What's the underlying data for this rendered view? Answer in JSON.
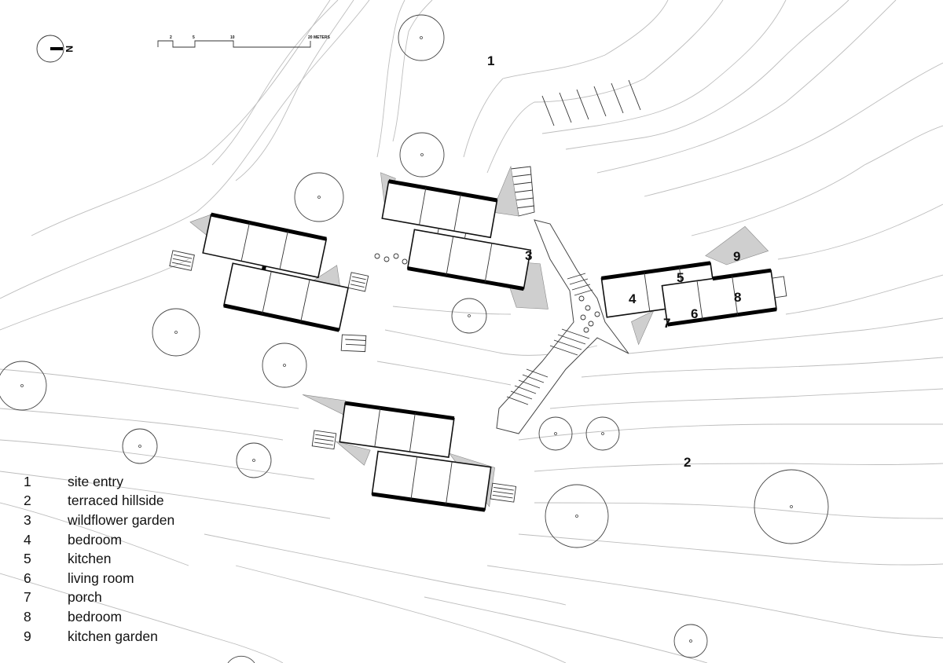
{
  "north_arrow": {
    "label": "N"
  },
  "scale_bar": {
    "ticks": [
      "2",
      "5",
      "10",
      "20 METERS"
    ]
  },
  "plan_labels": [
    {
      "id": "1",
      "text": "1"
    },
    {
      "id": "2",
      "text": "2"
    },
    {
      "id": "3",
      "text": "3"
    },
    {
      "id": "4",
      "text": "4"
    },
    {
      "id": "5",
      "text": "5"
    },
    {
      "id": "6",
      "text": "6"
    },
    {
      "id": "7",
      "text": "7"
    },
    {
      "id": "8",
      "text": "8"
    },
    {
      "id": "9",
      "text": "9"
    }
  ],
  "legend": [
    {
      "num": "1",
      "text": "site entry"
    },
    {
      "num": "2",
      "text": "terraced hillside"
    },
    {
      "num": "3",
      "text": "wildflower garden"
    },
    {
      "num": "4",
      "text": "bedroom"
    },
    {
      "num": "5",
      "text": "kitchen"
    },
    {
      "num": "6",
      "text": "living room"
    },
    {
      "num": "7",
      "text": "porch"
    },
    {
      "num": "8",
      "text": "bedroom"
    },
    {
      "num": "9",
      "text": "kitchen garden"
    }
  ]
}
